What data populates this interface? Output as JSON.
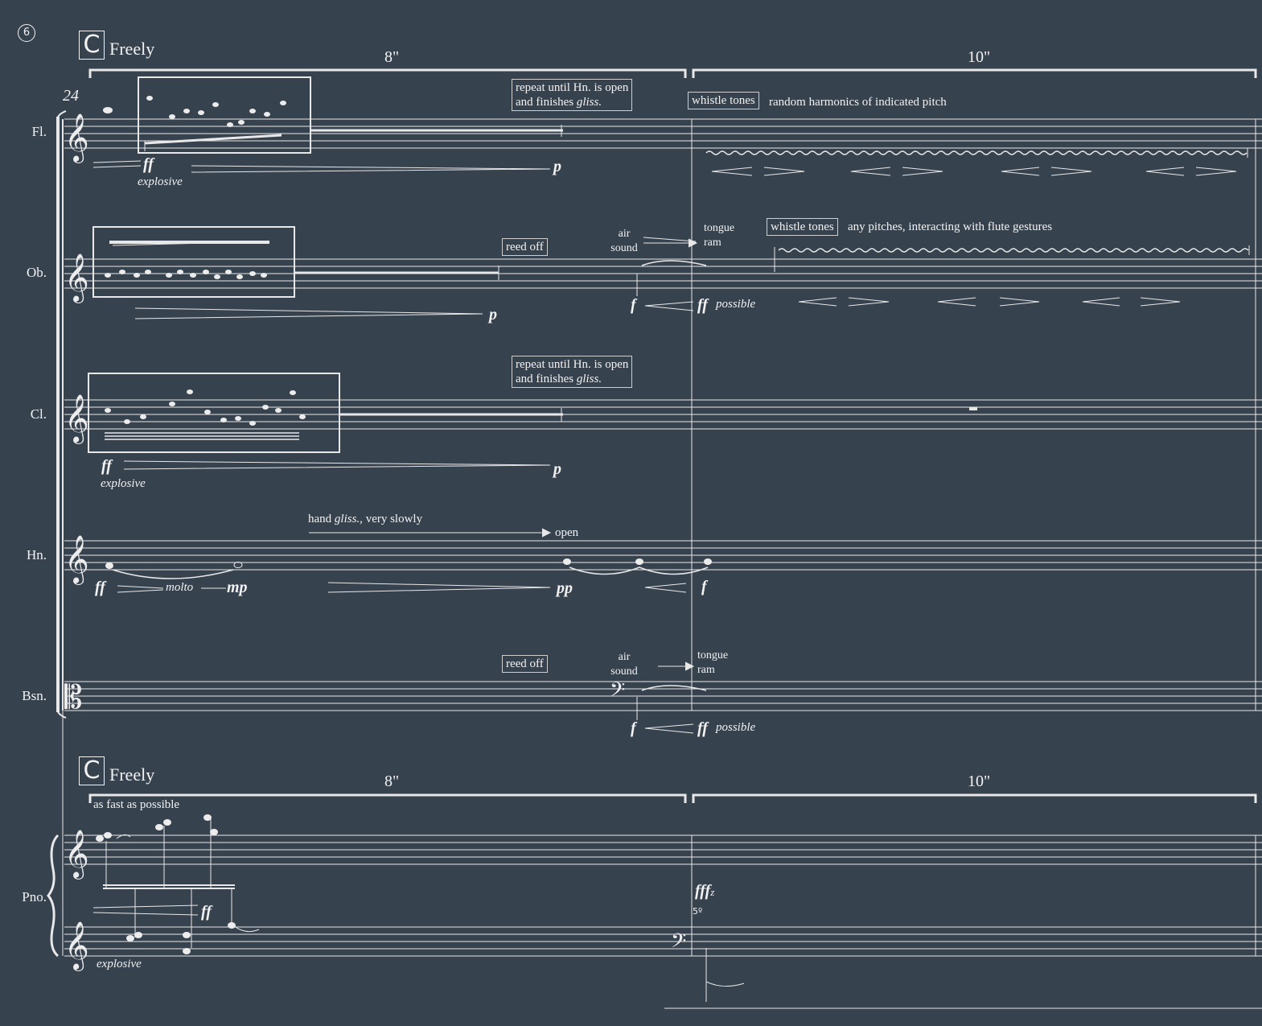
{
  "page_number": "6",
  "rehearsal": {
    "mark": "C",
    "tempo": "Freely"
  },
  "sections": {
    "first": "8\"",
    "second": "10\""
  },
  "measure_number": "24",
  "instruments": [
    "Fl.",
    "Ob.",
    "Cl.",
    "Hn.",
    "Bsn.",
    "Pno."
  ],
  "flute": {
    "repeat_note": {
      "line1": "repeat until Hn. is open",
      "line2_pre": "and finishes ",
      "line2_it": "gliss."
    },
    "whistle_label": "whistle tones",
    "whistle_text": "random harmonics of indicated pitch",
    "dyn_start": "ff",
    "dyn_end": "p",
    "expr": "explosive"
  },
  "oboe": {
    "reed_off": "reed off",
    "air_sound": {
      "l1": "air",
      "l2": "sound"
    },
    "tongue_ram": {
      "l1": "tongue",
      "l2": "ram"
    },
    "whistle_label": "whistle tones",
    "whistle_text": "any pitches, interacting with flute gestures",
    "dyn_end": "p",
    "dyn_f": "f",
    "dyn_ff": "ff",
    "possible": "possible"
  },
  "clarinet": {
    "repeat_note": {
      "line1": "repeat until Hn. is open",
      "line2_pre": "and finishes ",
      "line2_it": "gliss."
    },
    "dyn_start": "ff",
    "dyn_end": "p",
    "expr": "explosive"
  },
  "horn": {
    "gliss_pre": "hand ",
    "gliss_it": "gliss.,",
    "gliss_post": " very slowly",
    "open": "open",
    "dyn_ff": "ff",
    "molto": "molto",
    "dyn_mp": "mp",
    "dyn_pp": "pp",
    "dyn_f": "f"
  },
  "bassoon": {
    "reed_off": "reed off",
    "air_sound": {
      "l1": "air",
      "l2": "sound"
    },
    "tongue_ram": {
      "l1": "tongue",
      "l2": "ram"
    },
    "dyn_f": "f",
    "dyn_ff": "ff",
    "possible": "possible"
  },
  "piano": {
    "fast": "as fast as possible",
    "dyn_ff": "ff",
    "expr": "explosive",
    "dyn_fffz": "fff",
    "z": "z",
    "fifth": "5º"
  }
}
